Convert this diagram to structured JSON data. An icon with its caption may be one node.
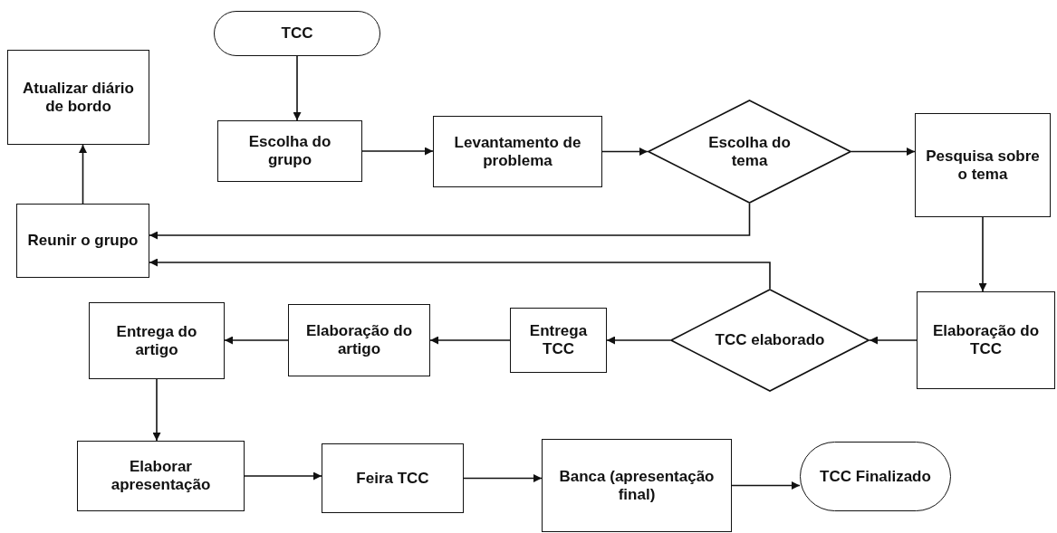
{
  "diagram": {
    "nodes": [
      {
        "text": [
          "TCC"
        ]
      },
      {
        "text": [
          "Atualizar diário de bordo"
        ]
      },
      {
        "text": [
          "Escolha do grupo"
        ]
      },
      {
        "text": [
          "Levantamento de problema"
        ]
      },
      {
        "text": [
          "Escolha do tema"
        ]
      },
      {
        "text": [
          "Pesquisa sobre o tema"
        ]
      },
      {
        "text": [
          "Reunir o grupo"
        ]
      },
      {
        "text": [
          "Entrega do artigo"
        ]
      },
      {
        "text": [
          "Elaboração do artigo"
        ]
      },
      {
        "text": [
          "Entrega TCC"
        ]
      },
      {
        "text": [
          "TCC elaborado"
        ]
      },
      {
        "text": [
          "Elaboração do TCC"
        ]
      },
      {
        "text": [
          "Elaborar apresentação"
        ]
      },
      {
        "text": [
          "Feira TCC"
        ]
      },
      {
        "text": [
          "Banca (apresentação final)"
        ]
      },
      {
        "text": [
          "TCC Finalizado"
        ]
      }
    ],
    "edges": [
      {
        "from": 0,
        "to": 2,
        "arrow": "to"
      },
      {
        "from": 2,
        "to": 3,
        "arrow": "to"
      },
      {
        "from": 3,
        "to": 4,
        "arrow": "to"
      },
      {
        "from": 4,
        "to": 5,
        "arrow": "to"
      },
      {
        "from": 4,
        "to": 6,
        "arrow": "to"
      },
      {
        "from": 5,
        "to": 11,
        "arrow": "to"
      },
      {
        "from": 11,
        "to": 10,
        "arrow": "to"
      },
      {
        "from": 10,
        "to": 6,
        "arrow": "to"
      },
      {
        "from": 10,
        "to": 9,
        "arrow": "to"
      },
      {
        "from": 9,
        "to": 8,
        "arrow": "to"
      },
      {
        "from": 8,
        "to": 7,
        "arrow": "to"
      },
      {
        "from": 7,
        "to": 12,
        "arrow": "to"
      },
      {
        "from": 6,
        "to": 1,
        "arrow": "to"
      },
      {
        "from": 12,
        "to": 13,
        "arrow": "to"
      },
      {
        "from": 13,
        "to": 14,
        "arrow": "to"
      },
      {
        "from": 14,
        "to": 15,
        "arrow": "to"
      }
    ]
  }
}
